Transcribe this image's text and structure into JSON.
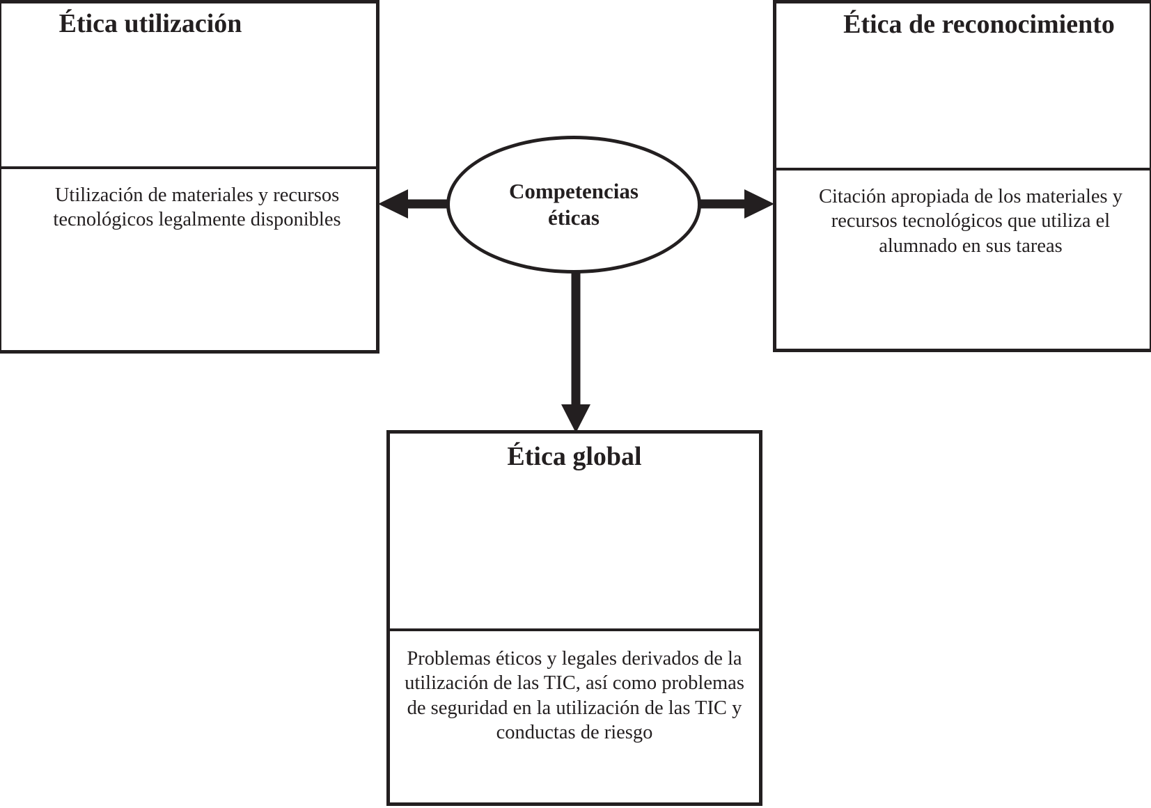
{
  "diagram": {
    "title": "Competencias éticas",
    "center": {
      "label": "Competencias\néticas",
      "shape": "ellipse"
    },
    "nodes": [
      {
        "id": "etica-utilizacion",
        "title": "Ética utilización",
        "body": "Utilización de materiales y recursos tecnológicos legalmente disponibles",
        "position": "left"
      },
      {
        "id": "etica-de-reconocimiento",
        "title": "Ética de reconocimiento",
        "body": "Citación apropiada de los materiales y recursos tecnológicos que utiliza el alumnado en sus tareas",
        "position": "right"
      },
      {
        "id": "etica-global",
        "title": "Ética global",
        "body": "Problemas éticos y legales derivados de la utilización de las TIC, así como problemas de seguridad en la utilización de las TIC y conductas de riesgo",
        "position": "bottom"
      }
    ],
    "connectors": [
      {
        "id": "arrow-center-to-left",
        "from": "center",
        "to": "etica-utilizacion",
        "direction": "left",
        "style": "solid-arrow"
      },
      {
        "id": "arrow-center-to-right",
        "from": "center",
        "to": "etica-de-reconocimiento",
        "direction": "right",
        "style": "solid-arrow"
      },
      {
        "id": "arrow-center-to-bottom",
        "from": "center",
        "to": "etica-global",
        "direction": "down",
        "style": "solid-arrow"
      }
    ],
    "colors": {
      "stroke": "#231f20",
      "background": "#ffffff",
      "text": "#231f20"
    }
  }
}
